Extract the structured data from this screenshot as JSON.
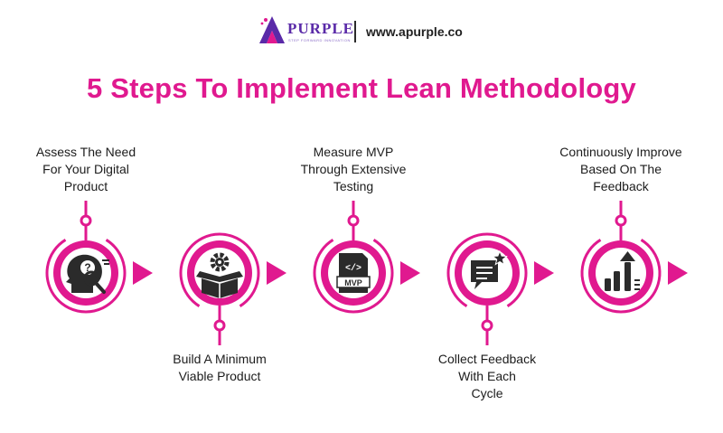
{
  "header": {
    "brand_name": "PURPLE",
    "brand_tagline": "STEP FORWARD INNOVATION",
    "website": "www.apurple.co"
  },
  "title": "5 Steps To Implement Lean Methodology",
  "colors": {
    "accent": "#e0198f",
    "accent_dark": "#b3126f",
    "brand": "#5a2aa8",
    "icon": "#2b2b2b",
    "text": "#1c1c1c"
  },
  "steps": [
    {
      "label": [
        "Assess The Need",
        "For Your Digital",
        "Product"
      ],
      "label_position": "top",
      "icon": "head-question-magnifier-icon"
    },
    {
      "label": [
        "Build A Minimum",
        "Viable Product"
      ],
      "label_position": "bottom",
      "icon": "gear-box-icon"
    },
    {
      "label": [
        "Measure MVP",
        "Through Extensive",
        "Testing"
      ],
      "label_position": "top",
      "icon": "mvp-document-icon",
      "icon_text": "MVP"
    },
    {
      "label": [
        "Collect Feedback",
        "With Each",
        "Cycle"
      ],
      "label_position": "bottom",
      "icon": "chat-star-icon"
    },
    {
      "label": [
        "Continuously Improve",
        "Based On The",
        "Feedback"
      ],
      "label_position": "top",
      "icon": "growth-chart-icon"
    }
  ]
}
